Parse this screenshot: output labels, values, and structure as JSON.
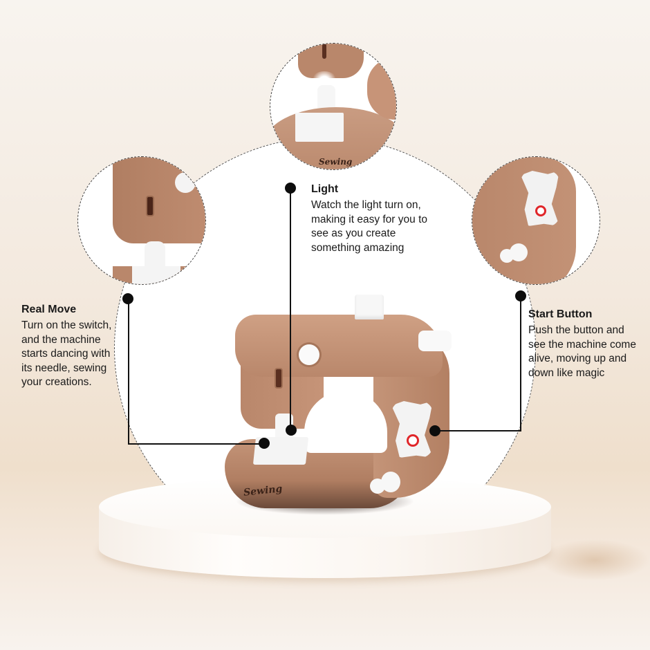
{
  "product": {
    "name": "Sewing Machine",
    "logo_text": "Sewing"
  },
  "callouts": [
    {
      "id": "light",
      "title": "Light",
      "body": "Watch the light turn on, making it easy for you to see as you create something amazing",
      "lines": [
        "Watch the light turn on,",
        "making it easy for you to",
        "see as you create",
        "something amazing"
      ]
    },
    {
      "id": "real-move",
      "title": "Real Move",
      "body": "Turn on the switch, and the machine starts dancing with its needle, sewing your creations.",
      "lines": [
        "Turn on the switch,",
        "and the machine",
        "starts dancing with",
        "its needle, sewing",
        "your creations."
      ]
    },
    {
      "id": "start-button",
      "title": "Start Button",
      "body": "Push the button and see the machine come alive, moving up and down like magic",
      "lines": [
        "Push the button and",
        "see the machine come",
        "alive, moving up and",
        "down like magic"
      ]
    }
  ],
  "detail_views": [
    {
      "id": "light-closeup",
      "feature": "Light"
    },
    {
      "id": "needle-closeup",
      "feature": "Real Move"
    },
    {
      "id": "start-button-closeup",
      "feature": "Start Button"
    }
  ],
  "colors": {
    "machine_body": "#b9876b",
    "accent_red": "#e0262a",
    "background": "#f3e9de",
    "text": "#1a1a1a"
  }
}
